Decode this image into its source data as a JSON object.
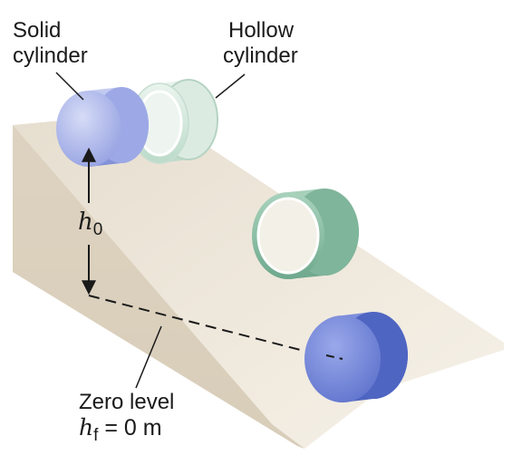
{
  "labels": {
    "solid_cylinder": [
      "Solid",
      "cylinder"
    ],
    "hollow_cylinder": [
      "Hollow",
      "cylinder"
    ],
    "h0_symbol": "h",
    "h0_subscript": "0",
    "zero_level": "Zero level",
    "hf_symbol": "h",
    "hf_subscript": "f",
    "hf_value": " = 0 m"
  },
  "colors": {
    "ramp_top": "#ede6da",
    "ramp_side": "#ddd3c2",
    "solid_cylinder": "#8a98dd",
    "hollow_cylinder": "#9fcab6",
    "dashed_line": "#1a1a1a"
  }
}
